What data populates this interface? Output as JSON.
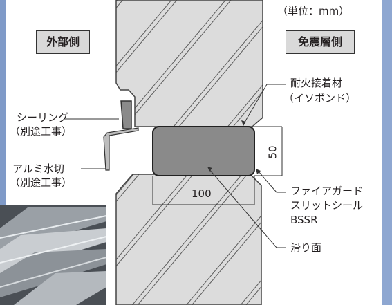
{
  "unit_label": "（単位：mm）",
  "side_left": "外部側",
  "side_right": "免震層側",
  "labels": {
    "sealing_line1": "シーリング",
    "sealing_line2": "（別途工事）",
    "flashing_line1": "アルミ水切",
    "flashing_line2": "（別途工事）",
    "adhesive_line1": "耐火接着材",
    "adhesive_line2": "（イソボンド）",
    "seal_line1": "ファイアガード",
    "seal_line2": "スリットシール",
    "seal_line3": "BSSR",
    "slide_surface": "滑り面"
  },
  "dimensions": {
    "height": "50",
    "width": "100"
  },
  "colors": {
    "frame_blue": "#7f9ac8",
    "concrete": "#dcdcdc",
    "seal": "#8a8a8a"
  }
}
